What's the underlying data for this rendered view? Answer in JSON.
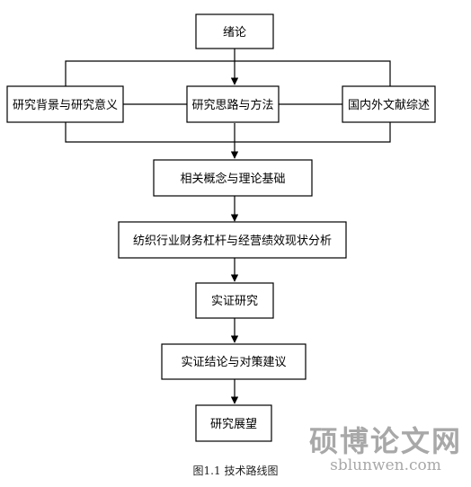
{
  "nodes": {
    "intro": "绪论",
    "background": "研究背景与研究意义",
    "approach": "研究思路与方法",
    "literature": "国内外文献综述",
    "theory": "相关概念与理论基础",
    "analysis": "纺织行业财务杠杆与经营绩效现状分析",
    "empirical": "实证研究",
    "conclusion": "实证结论与对策建议",
    "outlook": "研究展望"
  },
  "caption": "图1.1 技术路线图",
  "watermark": {
    "text": "硕博论文网",
    "url": "sblunwen.com"
  }
}
